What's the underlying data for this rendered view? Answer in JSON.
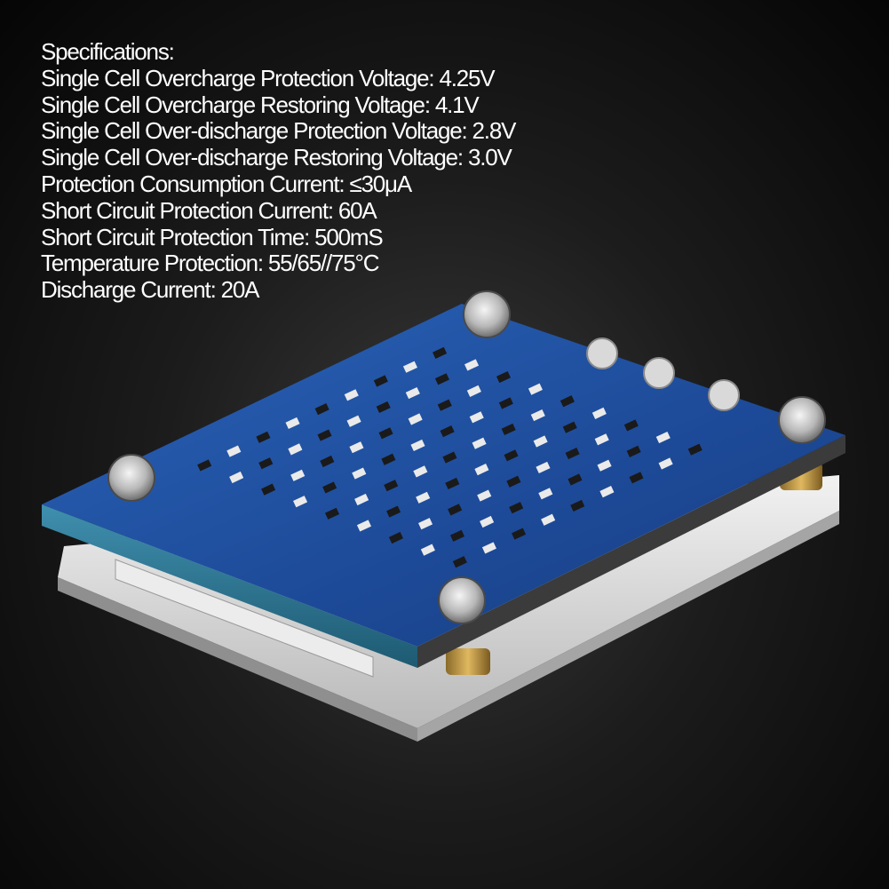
{
  "specs": {
    "heading": "Specifications:",
    "lines": [
      "Single Cell Overcharge Protection Voltage: 4.25V",
      "Single Cell Overcharge Restoring Voltage: 4.1V",
      "Single Cell Over-discharge Protection Voltage: 2.8V",
      "Single Cell Over-discharge Restoring Voltage: 3.0V",
      "Protection Consumption Current: ≤30μA",
      "Short Circuit Protection Current: 60A",
      "Short Circuit Protection Time: 500mS",
      "Temperature Protection: 55/65//75°C",
      "Discharge Current: 20A"
    ]
  },
  "colors": {
    "pcb": "#1f4fa0",
    "pcb_edge": "#2a6f8c",
    "heatsink": "#d8d8d8",
    "text": "#ffffff"
  }
}
